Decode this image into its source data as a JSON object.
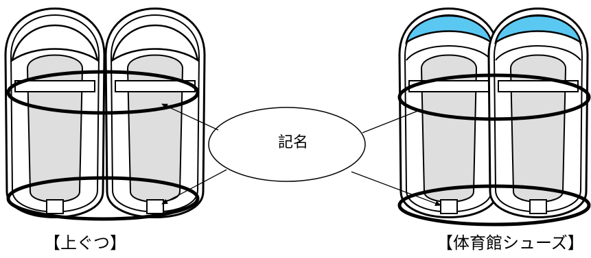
{
  "center_label": "記名",
  "captions": {
    "indoor_shoes": "【上ぐつ】",
    "gym_shoes": "【体育館シューズ】"
  },
  "colors": {
    "outline": "#000000",
    "insole": "#dedede",
    "sole_rim": "#ffffff",
    "gym_toe_accent": "#5bc8f2"
  }
}
